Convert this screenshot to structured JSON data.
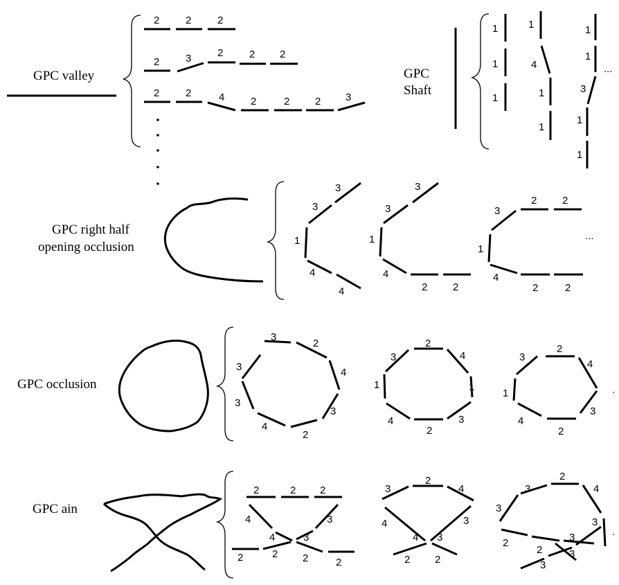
{
  "labels": {
    "valley": "GPC valley",
    "shaft_line1": "GPC",
    "shaft_line2": "Shaft",
    "half_line1": "GPC right half",
    "half_line2": "opening occlusion",
    "occlusion": "GPC occlusion",
    "ain": "GPC ain",
    "ellipsis": "...",
    "dot": "."
  },
  "codes": {
    "valley": [
      [
        "2",
        "2",
        "2"
      ],
      [
        "2",
        "3",
        "2",
        "2",
        "2"
      ],
      [
        "2",
        "2",
        "4",
        "2",
        "2",
        "2",
        "3"
      ]
    ],
    "shaft": [
      [
        "1",
        "1",
        "1"
      ],
      [
        "1",
        "4",
        "1",
        "1"
      ],
      [
        "1",
        "1",
        "3",
        "1",
        "1"
      ]
    ],
    "half_opening": [
      [
        "3",
        "3",
        "1",
        "4",
        "4"
      ],
      [
        "3",
        "3",
        "1",
        "4",
        "2",
        "2"
      ],
      [
        "3",
        "2",
        "2",
        "1",
        "4",
        "2",
        "2"
      ]
    ],
    "occlusion": [
      [
        "3",
        "2",
        "4",
        "3",
        "2",
        "4",
        "3"
      ],
      [
        "2",
        "4",
        "1",
        "3",
        "2",
        "4",
        "1",
        "3"
      ],
      [
        "2",
        "4",
        "3",
        "2",
        "4",
        "1",
        "3"
      ]
    ],
    "ain": [
      [
        "2",
        "2",
        "2",
        "4",
        "3",
        "4",
        "3",
        "2",
        "2",
        "2",
        "2"
      ],
      [
        "2",
        "3",
        "4",
        "4",
        "3",
        "4",
        "3",
        "2",
        "2"
      ],
      [
        "2",
        "3",
        "4",
        "3",
        "3",
        "2",
        "3",
        "2",
        "3"
      ]
    ]
  }
}
